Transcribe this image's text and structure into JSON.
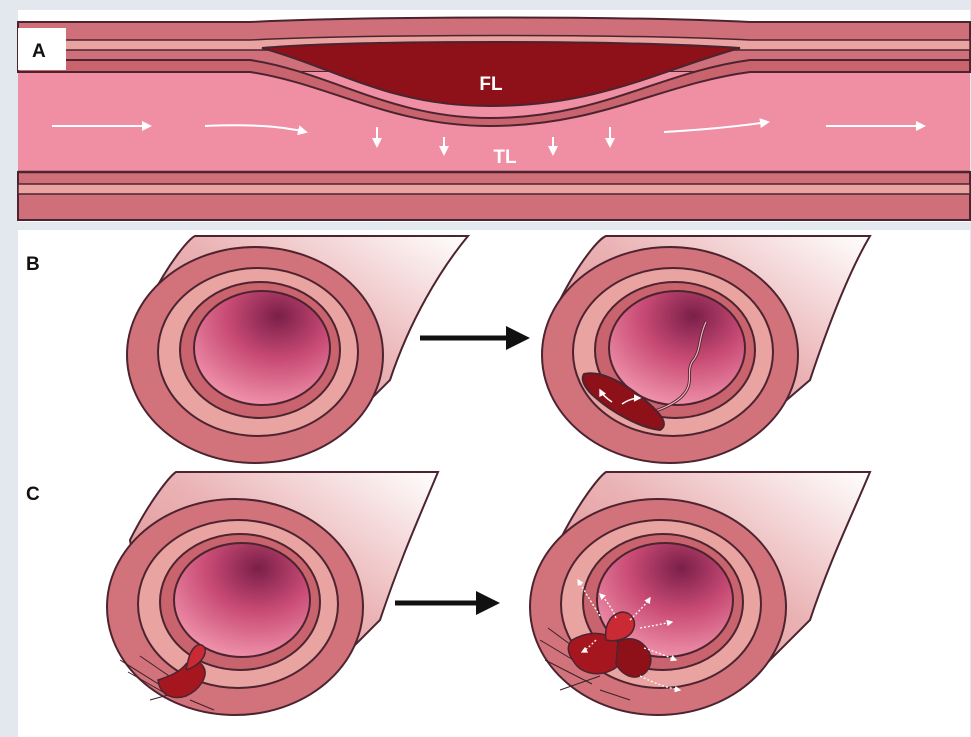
{
  "panels": {
    "a": {
      "label": "A",
      "false_lumen_label": "FL",
      "true_lumen_label": "TL"
    },
    "b": {
      "label": "B"
    },
    "c": {
      "label": "C"
    }
  },
  "colors": {
    "background": "#e3e8ef",
    "panel_bg": "#ffffff",
    "adventitia": "#d2727b",
    "media": "#e9a3a0",
    "intima": "#c9636e",
    "lumen": "#f08ea3",
    "false_lumen": "#8e1018",
    "outline": "#4c2430",
    "arrow": "#111111"
  },
  "icons": {
    "flow": "flow-arrow-icon",
    "transition": "right-arrow-icon"
  }
}
